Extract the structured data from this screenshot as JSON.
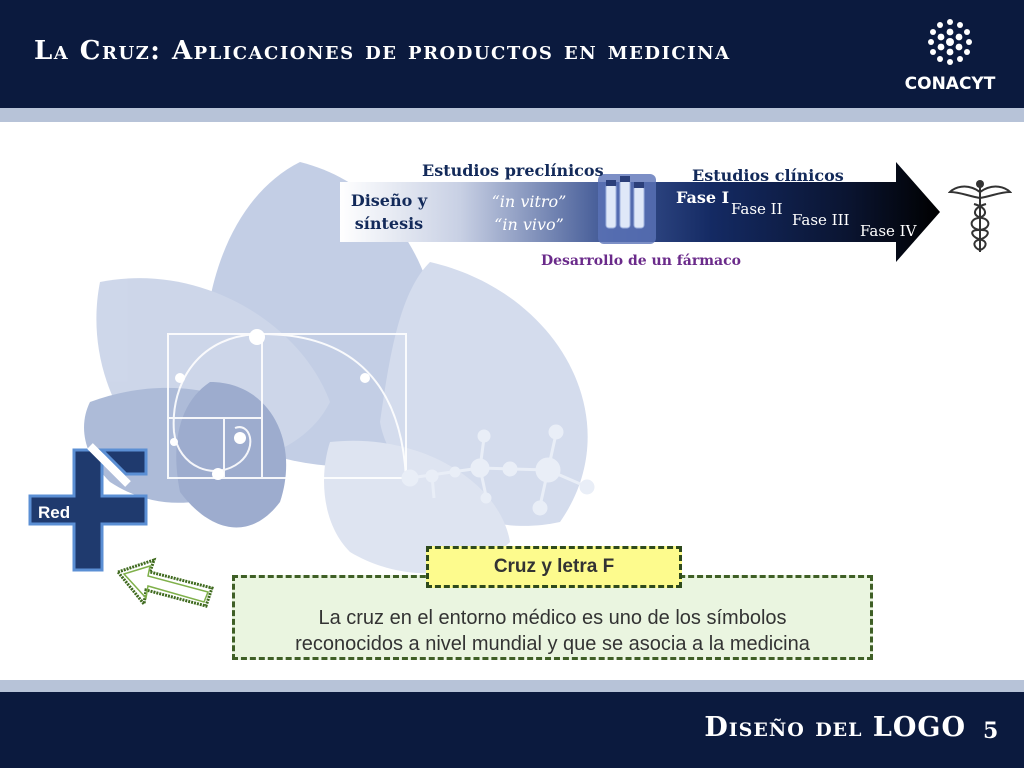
{
  "header": {
    "title": "La Cruz: Aplicaciones de productos en medicina",
    "logo_text": "CONACYT"
  },
  "pipeline": {
    "stage_preclinical": "Estudios preclínicos",
    "stage_clinical": "Estudios clínicos",
    "design_line1": "Diseño y",
    "design_line2": "síntesis",
    "in_vitro": "“in vitro”",
    "in_vivo": "“in vivo”",
    "phase_1": "Fase I",
    "phase_2": "Fase II",
    "phase_3": "Fase III",
    "phase_4": "Fase IV",
    "caption": "Desarrollo de un fármaco"
  },
  "logo_graphic": {
    "label": "Red"
  },
  "callout": {
    "tag": "Cruz y letra F",
    "text_line1": "La cruz en el entorno médico es uno de los símbolos",
    "text_line2": "reconocidos a nivel mundial y que se asocia a la medicina"
  },
  "footer": {
    "title": "Diseño del LOGO",
    "page_number": "5"
  },
  "colors": {
    "navy": "#0b1a3e",
    "strip": "#b7c3d8",
    "callout_bg": "#eaf5e0",
    "tag_bg": "#fdfb8d",
    "caption_purple": "#6a2a8a",
    "cross_blue": "#1f3a6e"
  }
}
